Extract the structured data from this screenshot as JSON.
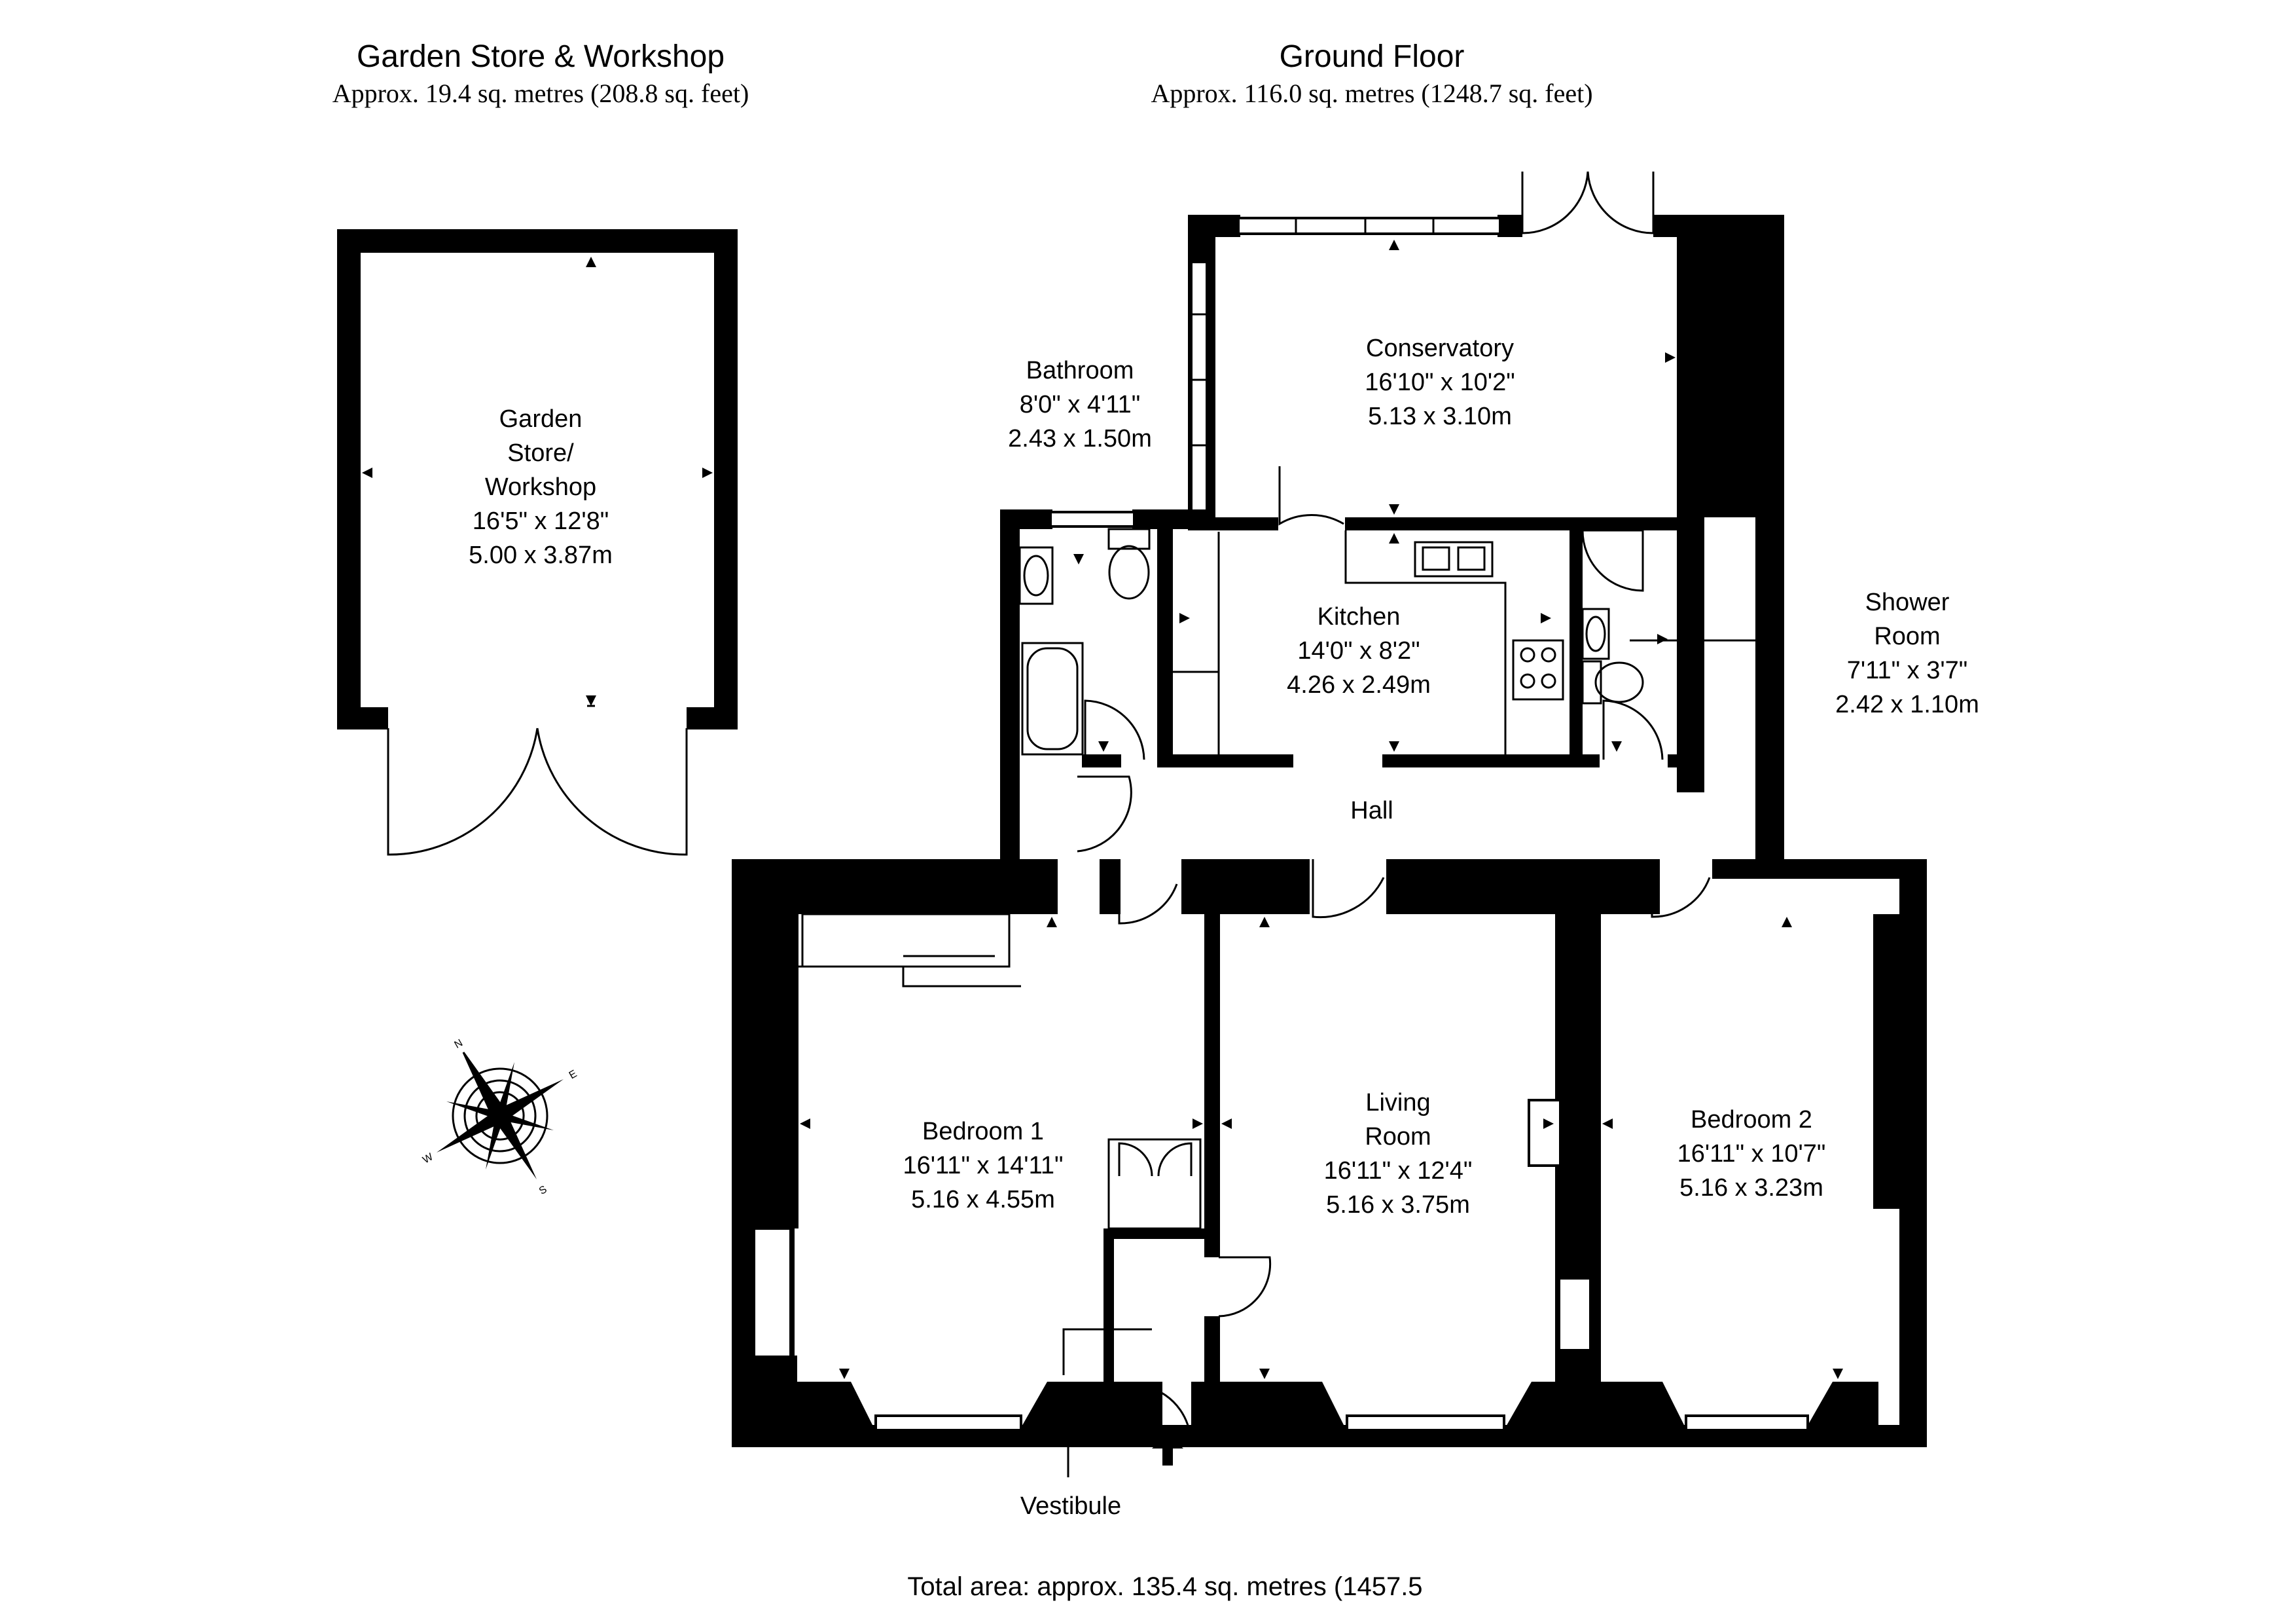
{
  "headers": {
    "garden": {
      "title": "Garden Store & Workshop",
      "area": "Approx. 19.4 sq. metres (208.8 sq. feet)"
    },
    "ground": {
      "title": "Ground Floor",
      "area": "Approx. 116.0 sq. metres (1248.7 sq. feet)"
    }
  },
  "rooms": {
    "garden_store": {
      "lines": [
        "Garden",
        "Store/",
        "Workshop"
      ],
      "imperial": "16'5\" x 12'8\"",
      "metric": "5.00 x 3.87m"
    },
    "bathroom": {
      "name": "Bathroom",
      "imperial": "8'0\" x 4'11\"",
      "metric": "2.43 x 1.50m"
    },
    "conservatory": {
      "name": "Conservatory",
      "imperial": "16'10\" x 10'2\"",
      "metric": "5.13 x 3.10m"
    },
    "kitchen": {
      "name": "Kitchen",
      "imperial": "14'0\" x 8'2\"",
      "metric": "4.26 x 2.49m"
    },
    "shower_room": {
      "lines": [
        "Shower",
        "Room"
      ],
      "imperial": "7'11\" x 3'7\"",
      "metric": "2.42 x 1.10m"
    },
    "hall": {
      "name": "Hall"
    },
    "bedroom1": {
      "name": "Bedroom 1",
      "imperial": "16'11\" x 14'11\"",
      "metric": "5.16 x 4.55m"
    },
    "living_room": {
      "lines": [
        "Living",
        "Room"
      ],
      "imperial": "16'11\" x 12'4\"",
      "metric": "5.16 x 3.75m"
    },
    "bedroom2": {
      "name": "Bedroom 2",
      "imperial": "16'11\" x 10'7\"",
      "metric": "5.16 x 3.23m"
    },
    "vestibule": {
      "name": "Vestibule"
    }
  },
  "compass": {
    "letters": [
      "N",
      "E",
      "S",
      "W"
    ]
  },
  "footer": {
    "total_area": "Total area: approx. 135.4 sq. metres (1457.5"
  }
}
